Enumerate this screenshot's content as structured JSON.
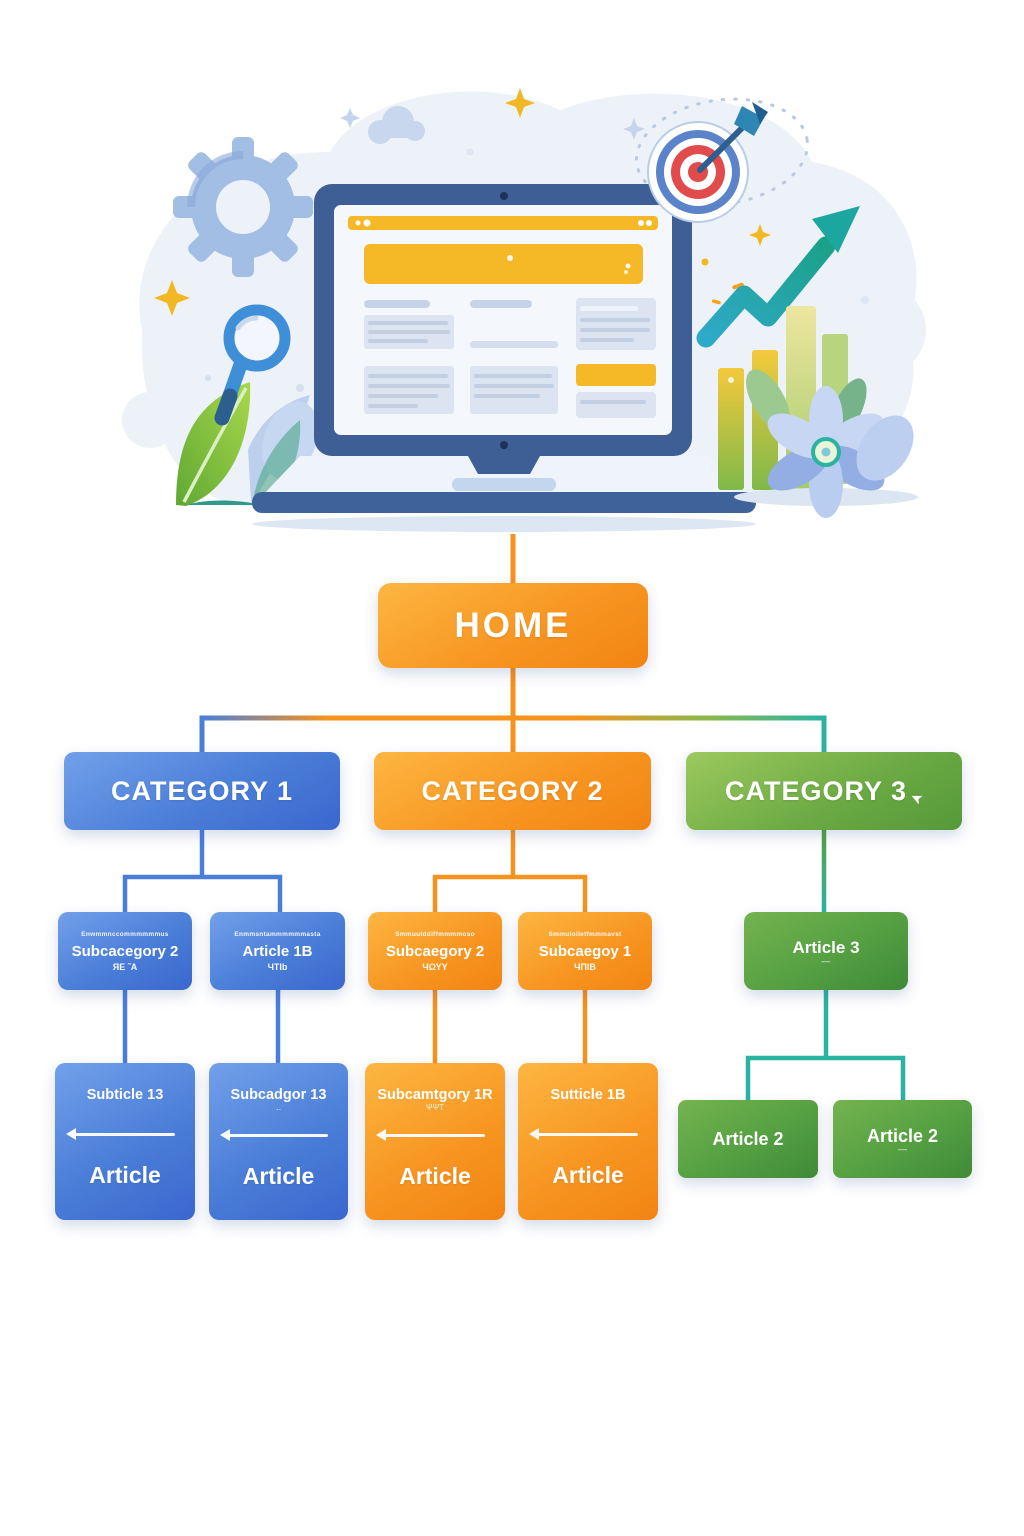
{
  "colors": {
    "blue": "#4a7fd9",
    "orange": "#f6921e",
    "green": "#55a143",
    "teal": "#2bb3a2",
    "yellow": "#f5b826",
    "red": "#e14b4b",
    "navy": "#3d5e92"
  },
  "illustration": {
    "elements": [
      "cloud-backdrop",
      "gear",
      "cloud",
      "sparkles",
      "magnifier",
      "green-leaf",
      "blue-foliage",
      "laptop",
      "browser-page",
      "target-with-dart",
      "dashed-orbit",
      "growth-arrow",
      "bar-chart",
      "flower"
    ]
  },
  "sitemap": {
    "home": {
      "label": "HOME"
    },
    "categories": {
      "cat1": {
        "label": "CATEGORY 1"
      },
      "cat2": {
        "label": "CATEGORY 2"
      },
      "cat3": {
        "label": "CATEGORY 3",
        "glyph": "➤"
      }
    },
    "level2": {
      "blue1": {
        "tiny_top": "Enwmmnccommmmmmus",
        "title": "Subcacegory 2",
        "tiny_bottom": "ЯΕ ˜A"
      },
      "blue2": {
        "tiny_top": "Enmmsntammmmmmasta",
        "title": "Article 1B",
        "tiny_bottom": "ЧТІb"
      },
      "orange1": {
        "tiny_top": "Smmuulddiffmmmmoso",
        "title": "Subcaegory 2",
        "tiny_bottom": "ЧΩΥΥ"
      },
      "orange2": {
        "tiny_top": "Smmuloiletfmmmavst",
        "title": "Subcaegoy 1",
        "tiny_bottom": "ЧПІВ"
      },
      "green1": {
        "title": "Article 3",
        "tiny_bottom": "—"
      }
    },
    "level3": {
      "blue1": {
        "title": "Subticle 13",
        "word": "Article"
      },
      "blue2": {
        "title": "Subcadgor 13",
        "tiny": "‥",
        "word": "Article"
      },
      "orange1": {
        "title": "Subcamtgory 1R",
        "tiny": "ΨΨΤ",
        "word": "Article"
      },
      "orange2": {
        "title": "Sutticle 1B",
        "word": "Article"
      },
      "green1": {
        "title": "Article 2"
      },
      "green2": {
        "title": "Article 2",
        "tiny": "—"
      }
    }
  }
}
